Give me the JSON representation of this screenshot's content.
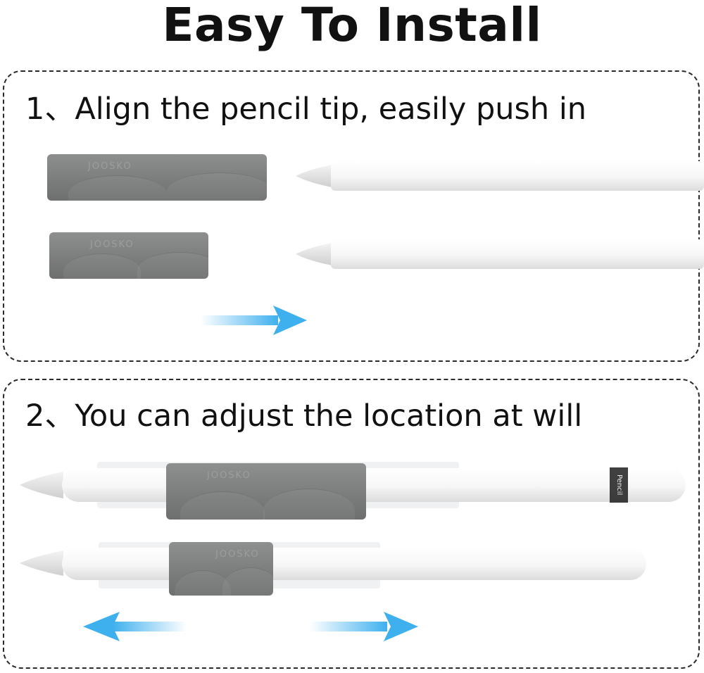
{
  "title": "Easy To Install",
  "step1": {
    "text": "1、Align the pencil tip, easily push in"
  },
  "step2": {
    "text": "2、You can adjust the location at will"
  },
  "brand": "JOOSKO",
  "pencil_band": "Pencil",
  "icons": {
    "arrow": "arrow-right-icon",
    "double": "arrow-left-right-icon"
  },
  "colors": {
    "grip": "#7f8080",
    "arrow": "#3fb0ee",
    "pencil": "#f7f7f7",
    "sleeve": "#eef0f1"
  }
}
